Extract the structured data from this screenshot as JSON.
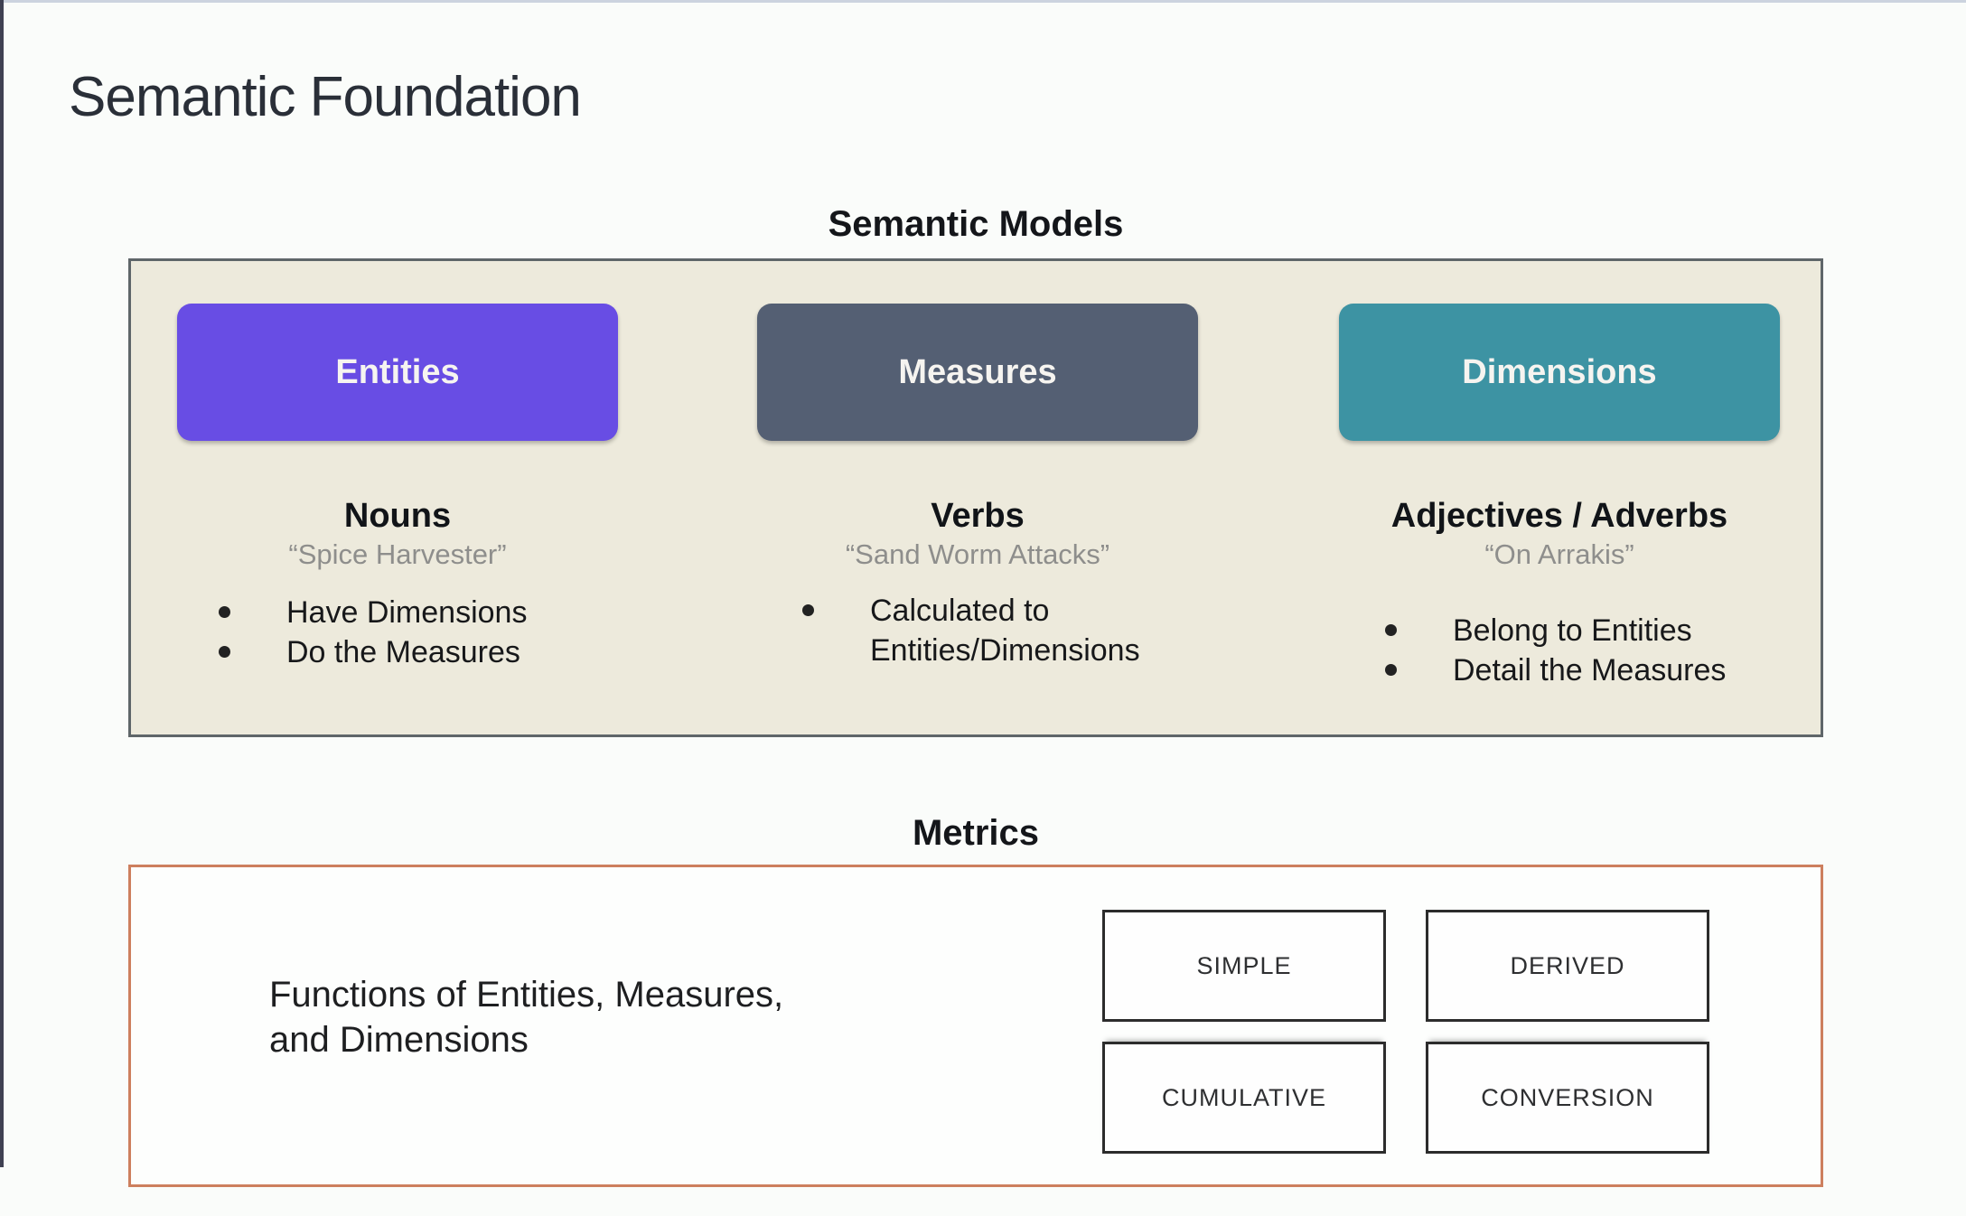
{
  "page": {
    "title": "Semantic Foundation"
  },
  "semantic_models": {
    "heading": "Semantic Models",
    "columns": [
      {
        "button": "Entities",
        "heading": "Nouns",
        "quote": "“Spice Harvester”",
        "bullets": [
          "Have Dimensions",
          "Do the Measures"
        ]
      },
      {
        "button": "Measures",
        "heading": "Verbs",
        "quote": "“Sand Worm Attacks”",
        "bullets": [
          "Calculated to Entities/Dimensions"
        ]
      },
      {
        "button": "Dimensions",
        "heading": "Adjectives / Adverbs",
        "quote": "“On Arrakis”",
        "bullets": [
          "Belong to Entities",
          "Detail the Measures"
        ]
      }
    ]
  },
  "metrics": {
    "heading": "Metrics",
    "description_line1": "Functions of Entities, Measures,",
    "description_line2": "and Dimensions",
    "types": [
      "SIMPLE",
      "DERIVED",
      "CUMULATIVE",
      "CONVERSION"
    ]
  },
  "colors": {
    "entities_button": "#684de4",
    "measures_button": "#545f73",
    "dimensions_button": "#3d93a3",
    "models_box_background": "#edeadc",
    "metrics_box_border": "#cd7f5e",
    "quote_text": "#8e8e8c"
  }
}
